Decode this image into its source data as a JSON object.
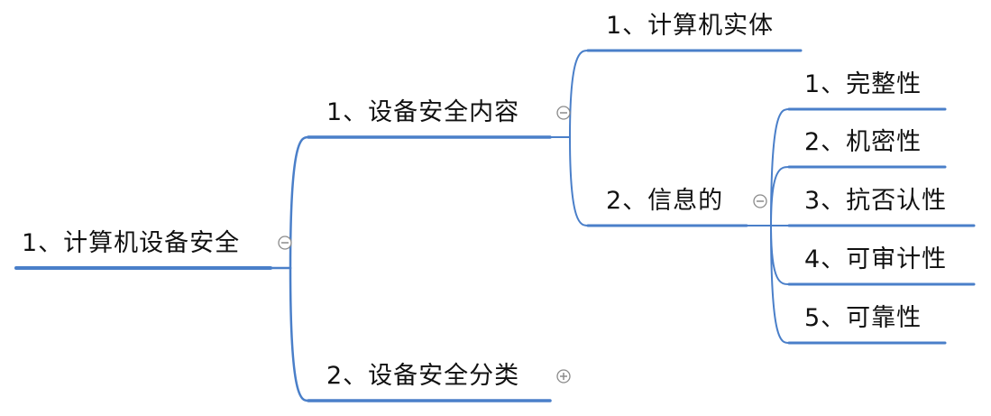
{
  "mindmap": {
    "root": {
      "label": "1、计算机设备安全",
      "toggle": "collapse",
      "children": [
        {
          "label": "1、设备安全内容",
          "toggle": "collapse",
          "children": [
            {
              "label": "1、计算机实体"
            },
            {
              "label": "2、信息的",
              "toggle": "collapse",
              "children": [
                {
                  "label": "1、完整性"
                },
                {
                  "label": "2、机密性"
                },
                {
                  "label": "3、抗否认性"
                },
                {
                  "label": "4、可审计性"
                },
                {
                  "label": "5、可靠性"
                }
              ]
            }
          ]
        },
        {
          "label": "2、设备安全分类",
          "toggle": "expand"
        }
      ]
    },
    "colors": {
      "line": "#4a7fc9",
      "text": "#111111",
      "toggle": "#8a8a8a"
    }
  }
}
